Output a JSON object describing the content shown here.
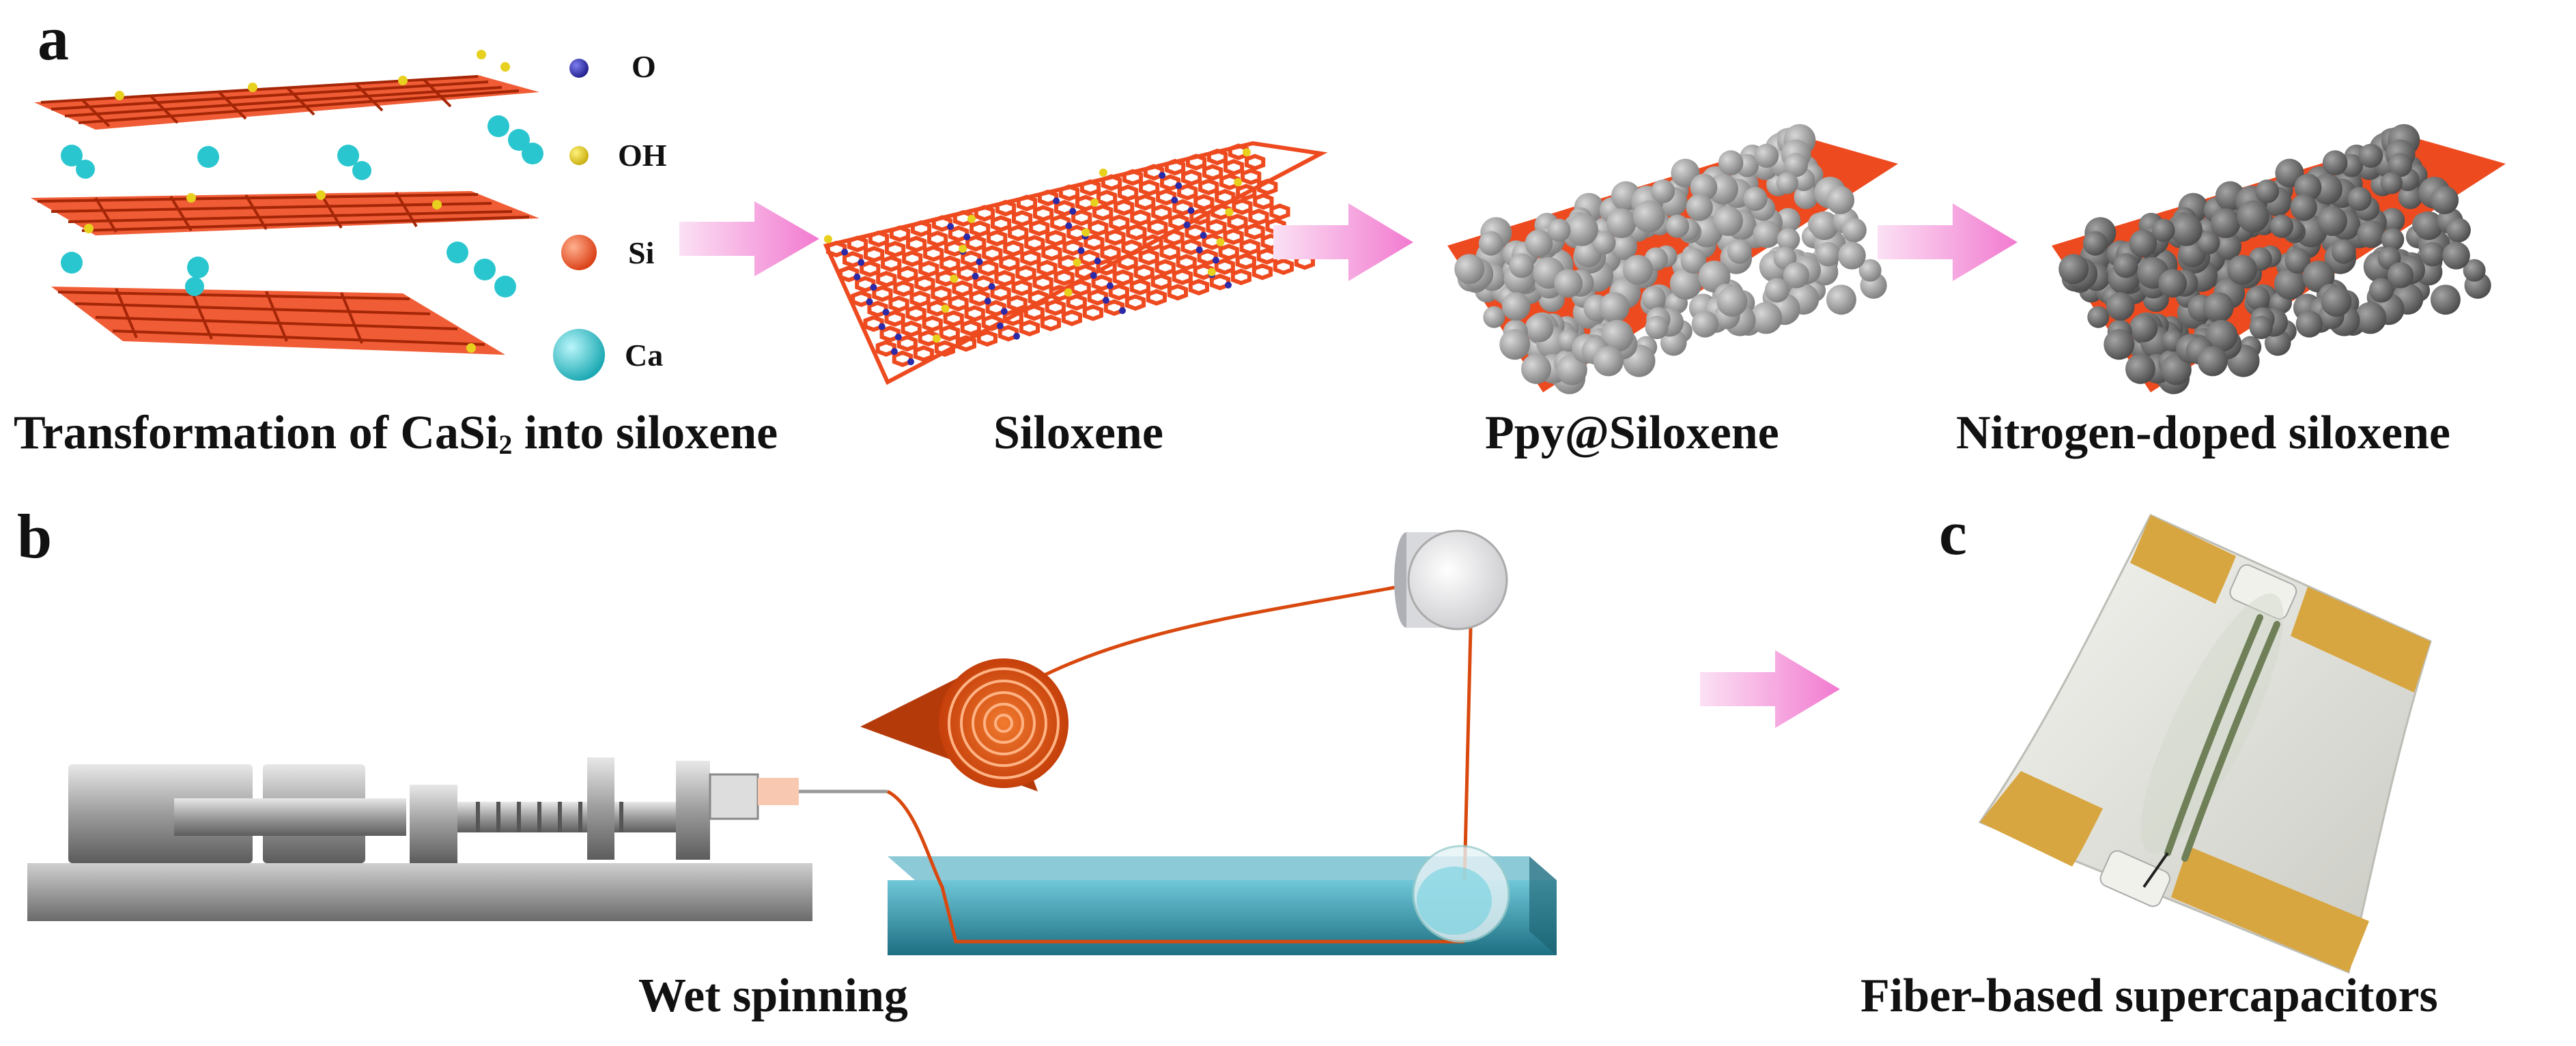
{
  "panels": {
    "a": {
      "letter": "a",
      "legend": [
        {
          "symbol": "O",
          "color": "#2b2aa8"
        },
        {
          "symbol": "OH",
          "color": "#e8d01e"
        },
        {
          "symbol": "Si",
          "color": "#ee4a1f"
        },
        {
          "symbol": "Ca",
          "color": "#2ac6cf"
        }
      ],
      "captions": {
        "transformation_prefix": "Transformation of  CaSi",
        "transformation_sub": "2",
        "transformation_suffix": " into siloxene",
        "siloxene": "Siloxene",
        "ppy_siloxene": "Ppy@Siloxene",
        "nitrogen_doped": "Nitrogen-doped siloxene"
      }
    },
    "b": {
      "letter": "b",
      "caption": "Wet spinning"
    },
    "c": {
      "letter": "c",
      "caption": "Fiber-based supercapacitors"
    }
  },
  "colors": {
    "silicon": "#ee4a1f",
    "oxygen": "#2b2aa8",
    "hydroxyl": "#e8d01e",
    "calcium": "#2ac6cf",
    "arrow": "#f27ad0",
    "ppy_particle": "#9a9a9a",
    "n_doped_particle": "#6a6a6a",
    "bath": "#2d93a8",
    "electrode_gold": "#d8a640"
  }
}
